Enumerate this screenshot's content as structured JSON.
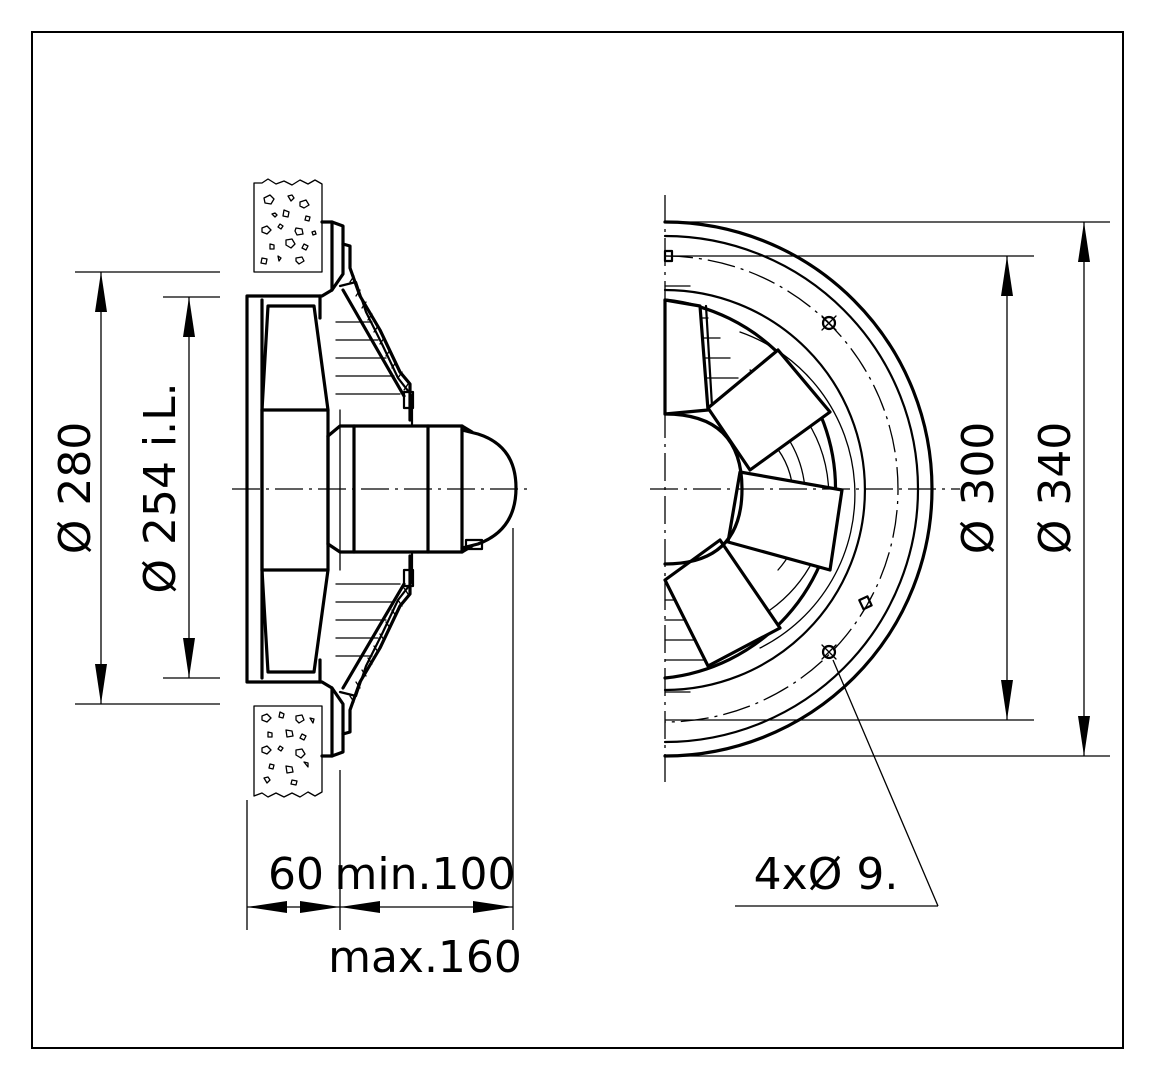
{
  "dimensions": {
    "outer_ring": "Ø 280",
    "inner_diameter": "Ø 254 i.L.",
    "ring_300": "Ø 300",
    "ring_340": "Ø 340",
    "wall_thickness": "60",
    "min_depth": "min.100",
    "max_depth": "max.160",
    "mount_holes": "4xØ 9."
  }
}
